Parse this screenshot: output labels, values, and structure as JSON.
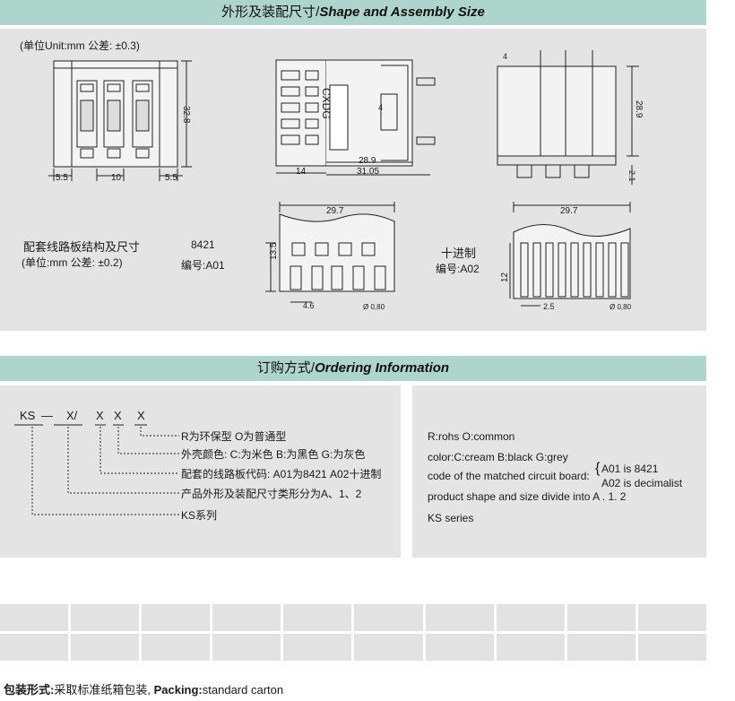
{
  "shape_section": {
    "title_cn": "外形及装配尺寸/",
    "title_en": "Shape and Assembly Size",
    "unit_note": "(单位Unit:mm  公差: ±0.3)",
    "side_dims": {
      "h": "32.8",
      "w1": "5.5",
      "w2": "10",
      "w3": "5.5"
    },
    "front_dims": {
      "label": "CXDG",
      "d1": "28.9",
      "d2": "31.05",
      "d3": "14",
      "d4": "4"
    },
    "right_dims": {
      "d1": "4",
      "d2": "28.9",
      "d3": "2.1"
    },
    "board_title": "配套线路板结构及尺寸",
    "board_unit": "(单位:mm  公差: ±0.2)",
    "a01": {
      "name": "8421",
      "code": "编号:A01",
      "width": "29.7",
      "height": "13.5",
      "pitch": "4.6",
      "hole": "Ø 0,80"
    },
    "a02": {
      "name": "十进制",
      "code": "编号:A02",
      "width": "29.7",
      "height": "12",
      "pitch": "2.5",
      "hole": "Ø 0,80"
    }
  },
  "ordering_section": {
    "title_cn": "订购方式/",
    "title_en": "Ordering Information",
    "code": {
      "ks": "KS",
      "dash": "—",
      "x1": "X/",
      "x2": "X",
      "x3": "X",
      "x4": "X"
    },
    "cn_lines": [
      "R为环保型  O为普通型",
      "外壳颜色: C:为米色  B:为黑色  G:为灰色",
      "配套的线路板代码: A01为8421  A02十进制",
      "产品外形及装配尺寸类形分为A、1、2",
      "KS系列"
    ],
    "en": {
      "rohs": "R:rohs   O:common",
      "color": "color:C:cream B:black G:grey",
      "board": "code of the matched circuit board:",
      "a01": "A01 is 8421",
      "a02": "A02 is decimalist",
      "shape": "product shape and size divide into A . 1. 2",
      "series": "KS series"
    }
  },
  "packing": {
    "label": "包装形式:",
    "label2": "采取标准纸箱包装, ",
    "en_label": "Packing:",
    "en_value": "standard carton"
  }
}
